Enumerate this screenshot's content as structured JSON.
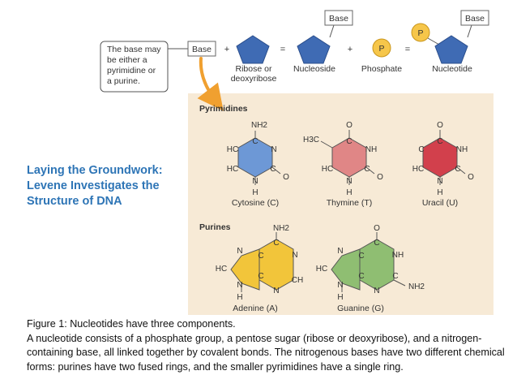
{
  "slide": {
    "title_lines": [
      "Laying the Groundwork:",
      "Levene Investigates the",
      "Structure of DNA"
    ]
  },
  "equation": {
    "callout": [
      "The base may",
      "be either a",
      "pyrimidine or",
      "a purine."
    ],
    "base_label": "Base",
    "plus": "+",
    "equals": "=",
    "sugar_label": [
      "Ribose or",
      "deoxyribose"
    ],
    "nucleoside_label": "Nucleoside",
    "phosphate_symbol": "P",
    "phosphate_label": "Phosphate",
    "nucleotide_label": "Nucleotide"
  },
  "panel": {
    "pyrimidines_heading": "Pyrimidines",
    "purines_heading": "Purines",
    "cytosine": {
      "name": "Cytosine (C)",
      "nh2": "NH2",
      "c": "C",
      "n": "N",
      "hc": "HC",
      "o": "O",
      "h": "H"
    },
    "thymine": {
      "name": "Thymine (T)",
      "h3c": "H3C",
      "o": "O",
      "nh": "NH",
      "hc": "HC",
      "c": "C",
      "n": "N",
      "h": "H"
    },
    "uracil": {
      "name": "Uracil (U)",
      "o": "O",
      "c": "C",
      "nh": "NH",
      "hc": "HC",
      "n": "N",
      "h": "H"
    },
    "adenine": {
      "name": "Adenine (A)",
      "nh2": "NH2",
      "c": "C",
      "n": "N",
      "hc": "HC",
      "ch": "CH",
      "h": "H"
    },
    "guanine": {
      "name": "Guanine (G)",
      "o": "O",
      "c": "C",
      "nh": "NH",
      "n": "N",
      "hc": "HC",
      "nh2": "NH2",
      "h": "H"
    }
  },
  "caption": {
    "heading": "Figure 1: Nucleotides have three components.",
    "body": "A nucleotide consists of a phosphate group, a pentose sugar (ribose or deoxyribose), and a nitrogen-containing base, all linked together by covalent bonds. The nitrogenous bases have two different chemical forms: purines have two fused rings, and the smaller pyrimidines have a single ring."
  },
  "colors": {
    "title": "#2e75b6",
    "panel_bg": "#f7ead6",
    "sugar": "#3f6bb4",
    "phosphate": "#f6c64a",
    "cytosine": "#6d98d6",
    "thymine": "#e08686",
    "uracil": "#d2404c",
    "adenine": "#f2c53a",
    "guanine": "#8fbe72",
    "arrow": "#f0a030"
  }
}
